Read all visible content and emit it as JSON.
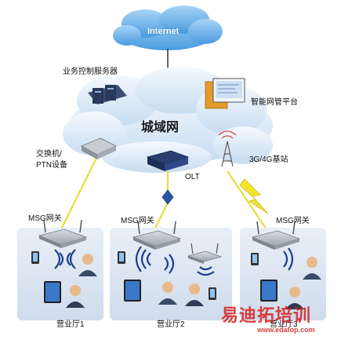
{
  "labels": {
    "internet": "Internet",
    "business_server": "业务控制服务器",
    "metro_net": "城域网",
    "nms_platform": "智能网管平台",
    "switch_ptn": "交换机/\nPTN设备",
    "olt": "OLT",
    "base_station": "3G/4G基站",
    "msg_gateway_1": "MSG网关",
    "msg_gateway_2": "MSG网关",
    "msg_gateway_3": "MSG网关",
    "hall_1": "营业厅1",
    "hall_2": "营业厅2",
    "hall_3": "营业厅3"
  },
  "watermark": {
    "text": "易迪拓培训",
    "url": "www.edatop.com"
  },
  "colors": {
    "cloud": "#dbe9f6",
    "fiber_line": "#e8de3a",
    "branch_panel": "#d9e3f0",
    "watermark": "#d81e1e"
  }
}
